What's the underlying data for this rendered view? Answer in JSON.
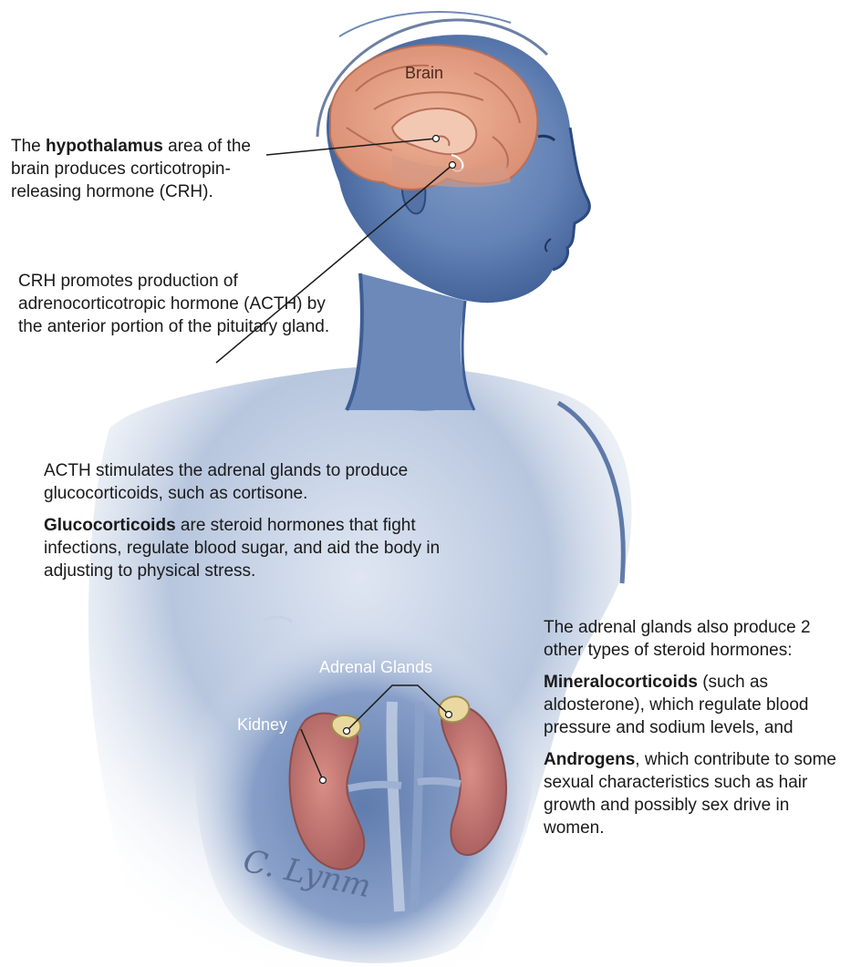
{
  "labels": {
    "brain": "Brain",
    "adrenal_glands": "Adrenal Glands",
    "kidney": "Kidney"
  },
  "annotations": {
    "hypothalamus": {
      "pre": "The ",
      "bold": "hypothalamus",
      "post": " area of the brain produces corticotropin-releasing hormone (CRH)."
    },
    "pituitary": {
      "text": "CRH promotes production of adrenocorticotropic hormone (ACTH) by the anterior portion of the pituitary gland."
    },
    "acth": {
      "text": "ACTH stimulates the adrenal glands to produce glucocorticoids, such as cortisone."
    },
    "glucocorticoids": {
      "bold": "Glucocorticoids",
      "post": " are steroid hormones that fight infections, regulate blood sugar, and aid the body in adjusting to physical stress."
    },
    "other_types": {
      "text": "The adrenal glands also produce 2 other types of steroid hormones:"
    },
    "mineralocorticoids": {
      "bold": "Mineralocorticoids",
      "post": " (such as aldosterone), which regulate blood pressure and sodium levels, and"
    },
    "androgens": {
      "bold": "Androgens",
      "post": ", which contribute to some sexual characteristics such as hair growth and possibly sex drive in women."
    }
  },
  "signature": "C. Lynm",
  "colors": {
    "body_blue": "#4e6fa6",
    "brain": "#e8a184",
    "kidney": "#c9786f",
    "adrenal": "#e9d9a0",
    "text": "#1a1a1a"
  }
}
